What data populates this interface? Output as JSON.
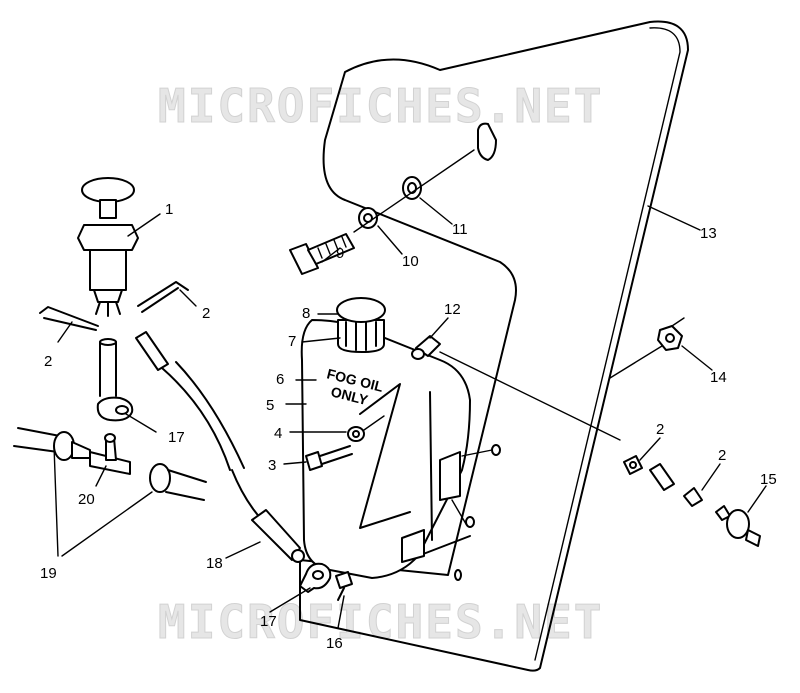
{
  "watermark": "MICROFICHES.NET",
  "decal": {
    "line1": "FOG OIL",
    "line2": "ONLY"
  },
  "callouts": [
    "1",
    "2",
    "2",
    "2",
    "2",
    "3",
    "4",
    "5",
    "6",
    "7",
    "8",
    "9",
    "10",
    "11",
    "12",
    "13",
    "14",
    "15",
    "16",
    "17",
    "17",
    "18",
    "19",
    "20"
  ],
  "colors": {
    "ink": "#000000",
    "background": "#ffffff",
    "watermark": "#e6e6e6"
  }
}
